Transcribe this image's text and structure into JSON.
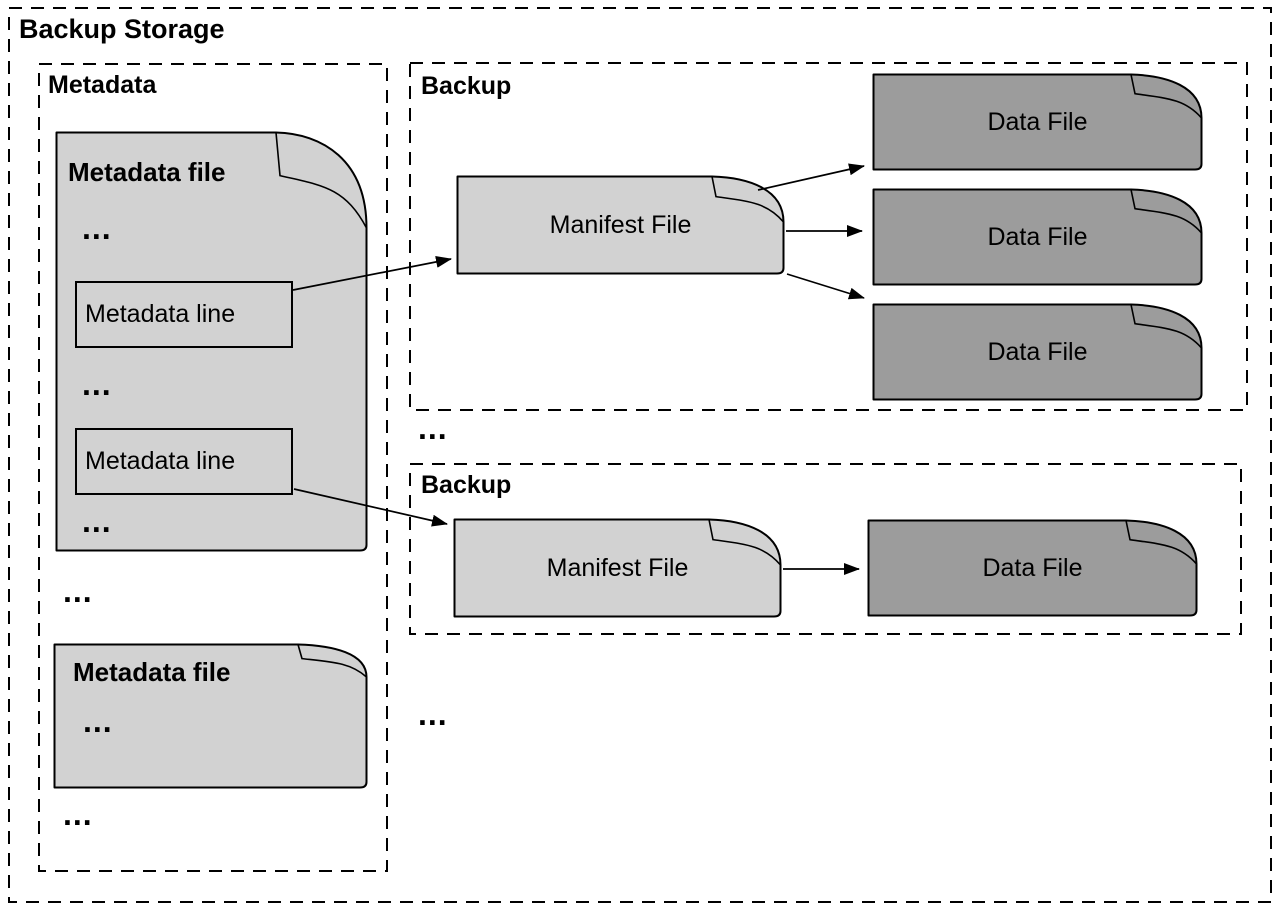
{
  "diagram": {
    "title": "Backup Storage",
    "colors": {
      "doc_light": "#d2d2d2",
      "doc_dark": "#9c9c9c",
      "stroke": "#000000",
      "background": "#ffffff"
    },
    "metadata_group": {
      "label": "Metadata",
      "file1": {
        "title": "Metadata file",
        "ellipsis_top": "...",
        "line1": "Metadata line",
        "ellipsis_mid": "...",
        "line2": "Metadata line",
        "ellipsis_bottom": "..."
      },
      "ellipsis_between_files": "...",
      "file2": {
        "title": "Metadata file",
        "ellipsis": "..."
      },
      "ellipsis_after_files": "..."
    },
    "backup1": {
      "label": "Backup",
      "manifest_label": "Manifest File",
      "data_files": [
        "Data File",
        "Data File",
        "Data File"
      ]
    },
    "ellipsis_between_backups": "...",
    "backup2": {
      "label": "Backup",
      "manifest_label": "Manifest File",
      "data_files": [
        "Data File"
      ]
    },
    "ellipsis_after_backups": "..."
  }
}
